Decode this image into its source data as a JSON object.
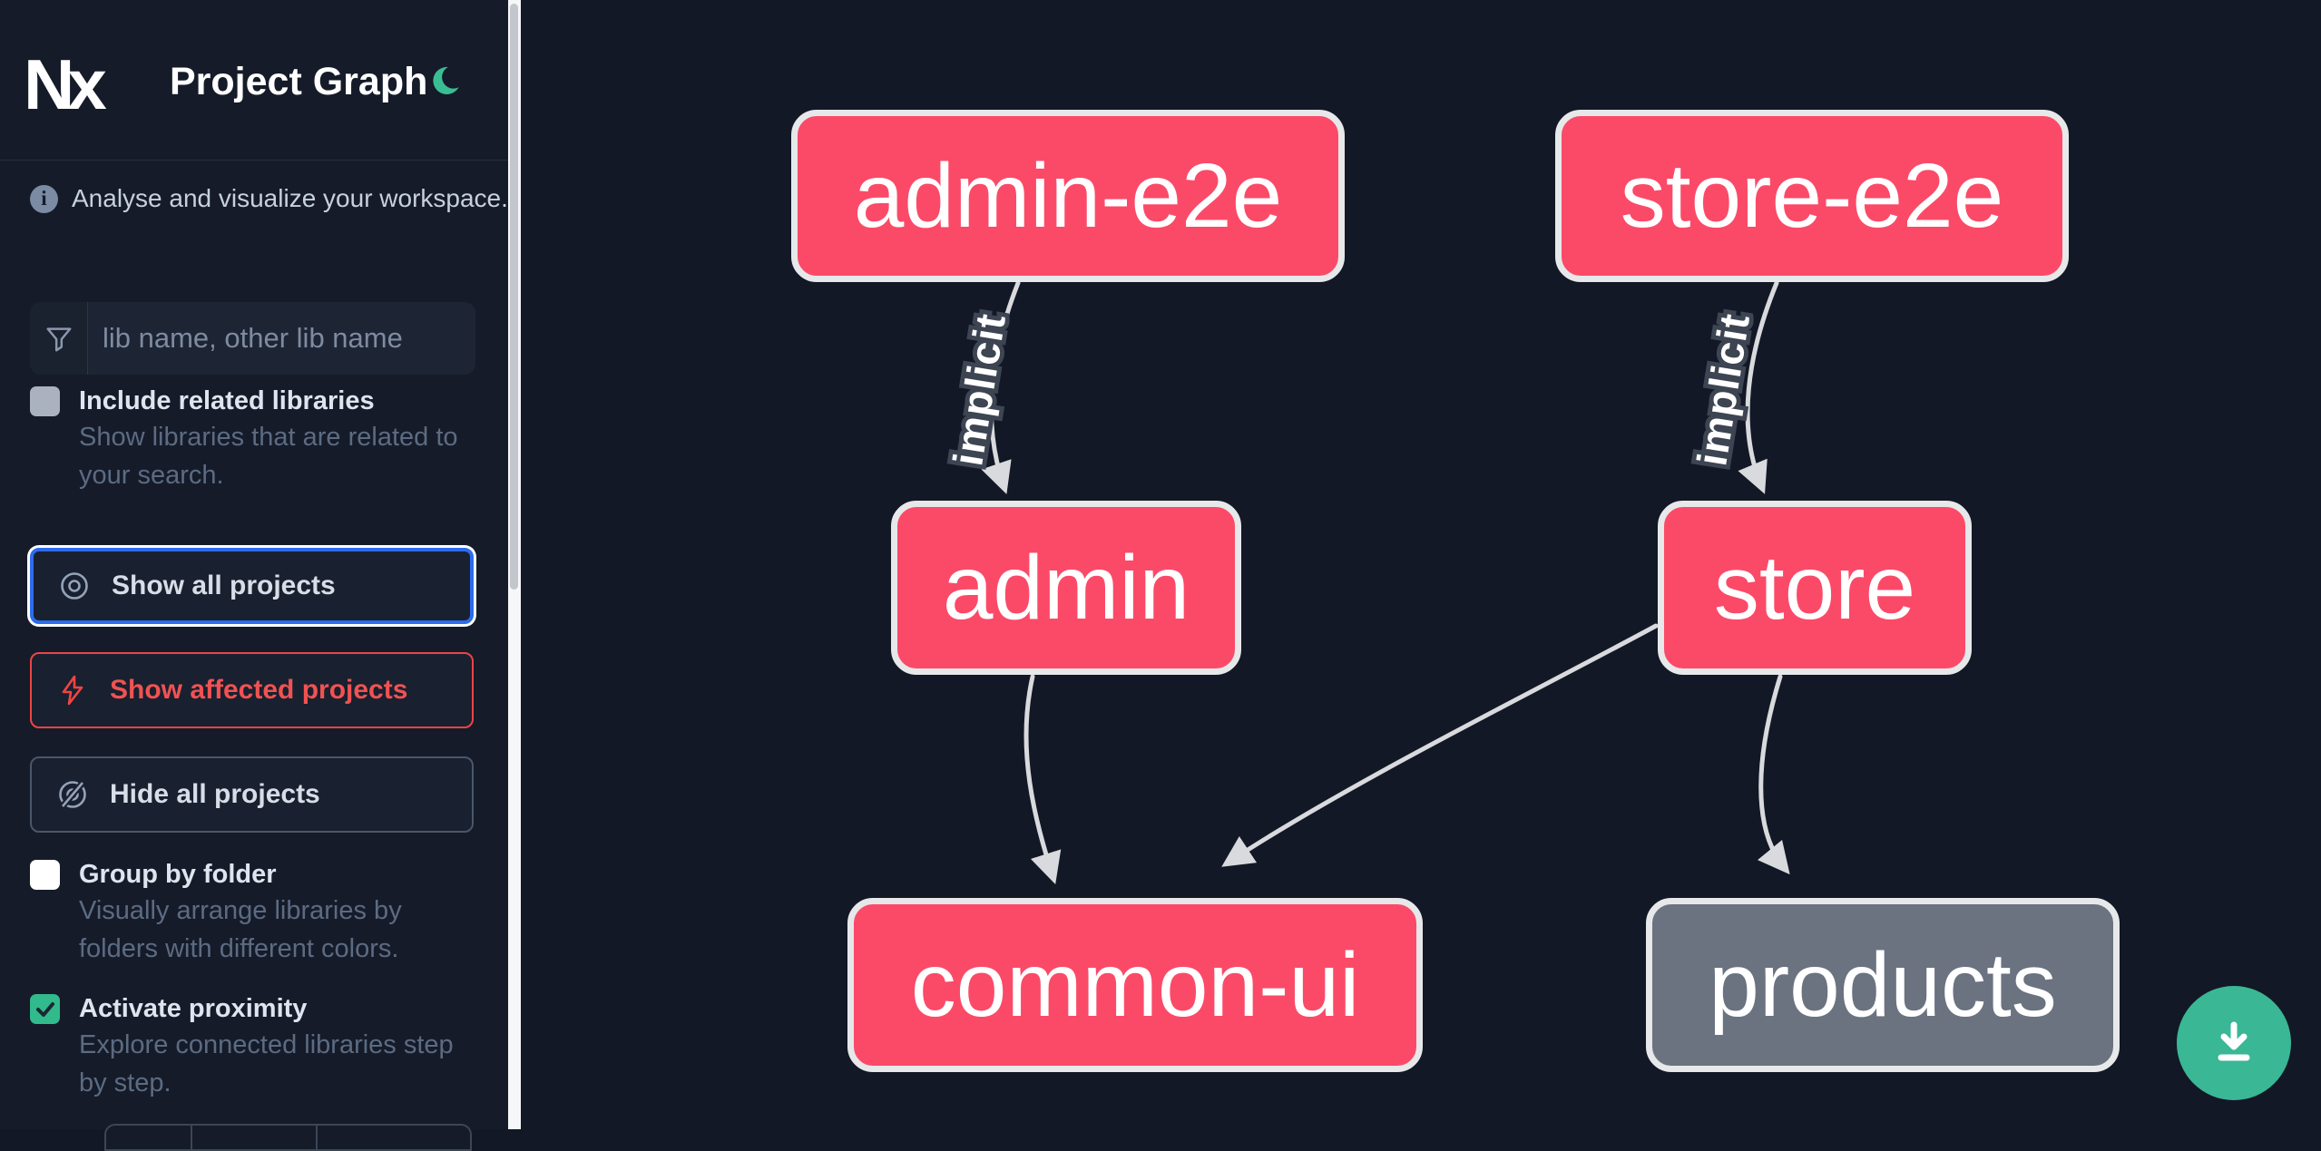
{
  "header": {
    "logo_text": "Nx",
    "title": "Project Graph",
    "theme_icon": "moon-icon"
  },
  "sidebar": {
    "info_text": "Analyse and visualize your workspace.",
    "search": {
      "placeholder": "lib name, other lib name",
      "icon": "funnel-icon",
      "value": ""
    },
    "include_related": {
      "label": "Include related libraries",
      "description_lines": [
        "Show libraries that are related to",
        "your search."
      ],
      "checked": false
    },
    "buttons": {
      "show_all": {
        "label": "Show all projects",
        "icon": "eye-icon",
        "selected": true
      },
      "show_affected": {
        "label": "Show affected projects",
        "icon": "bolt-icon",
        "selected": false
      },
      "hide_all": {
        "label": "Hide all projects",
        "icon": "eye-slash-icon",
        "selected": false
      }
    },
    "group_by_folder": {
      "label": "Group by folder",
      "description_lines": [
        "Visually arrange libraries by",
        "folders with different colors."
      ],
      "checked": false
    },
    "activate_proximity": {
      "label": "Activate proximity",
      "description_lines": [
        "Explore connected libraries step",
        "by step."
      ],
      "checked": true
    }
  },
  "graph": {
    "nodes": [
      {
        "id": "admin-e2e",
        "label": "admin-e2e",
        "color": "#fb4a68"
      },
      {
        "id": "store-e2e",
        "label": "store-e2e",
        "color": "#fb4a68"
      },
      {
        "id": "admin",
        "label": "admin",
        "color": "#fb4a68"
      },
      {
        "id": "store",
        "label": "store",
        "color": "#fb4a68"
      },
      {
        "id": "common-ui",
        "label": "common-ui",
        "color": "#fb4a68"
      },
      {
        "id": "products",
        "label": "products",
        "color": "#6b7280"
      }
    ],
    "edges": [
      {
        "source": "admin-e2e",
        "target": "admin",
        "label": "implicit"
      },
      {
        "source": "store-e2e",
        "target": "store",
        "label": "implicit"
      },
      {
        "source": "admin",
        "target": "common-ui",
        "label": ""
      },
      {
        "source": "store",
        "target": "common-ui",
        "label": ""
      },
      {
        "source": "store",
        "target": "products",
        "label": ""
      }
    ]
  },
  "fab": {
    "icon": "download-icon",
    "color": "#3ab795"
  },
  "colors": {
    "sidebar_bg": "#151b29",
    "canvas_bg": "#121826",
    "node_affected": "#fb4a68",
    "node_neutral": "#6b7280",
    "node_border": "#e7e8ea",
    "edge": "#d9dadd",
    "accent_blue": "#2d6cec",
    "accent_red": "#ef4444",
    "accent_green": "#31ba8b",
    "text_primary": "#ffffff",
    "text_muted": "#5c6b82"
  }
}
